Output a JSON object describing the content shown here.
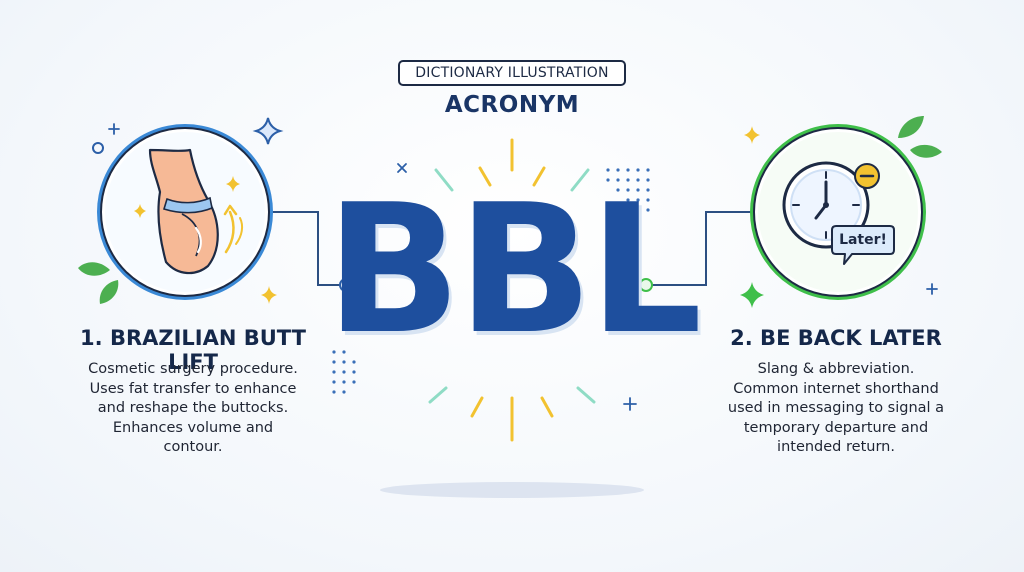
{
  "header": {
    "badge_label": "DICTIONARY ILLUSTRATION",
    "subtitle": "ACRONYM"
  },
  "main": {
    "acronym": "BBL"
  },
  "meanings": [
    {
      "title": "1. BRAZILIAN BUTT LIFT",
      "icon": "buttocks-lift-icon",
      "description_lines": [
        "Cosmetic surgery procedure.",
        "Uses fat transfer to enhance",
        "and reshape the buttocks.",
        "Enhances volume and",
        "contour."
      ]
    },
    {
      "title": "2. BE BACK LATER",
      "icon": "clock-icon",
      "bubble_text": "Later!",
      "description_lines": [
        "Slang & abbreviation.",
        "Common internet shorthand",
        "used in messaging to signal a",
        "temporary departure and",
        "intended return."
      ]
    }
  ],
  "colors": {
    "primary_blue": "#1e4f9e",
    "left_ring": "#3a89d6",
    "right_ring": "#3fbf4a",
    "leaf_green": "#4caf50",
    "spark_yellow": "#f2c230",
    "accent_teal": "#7fd3c4"
  }
}
